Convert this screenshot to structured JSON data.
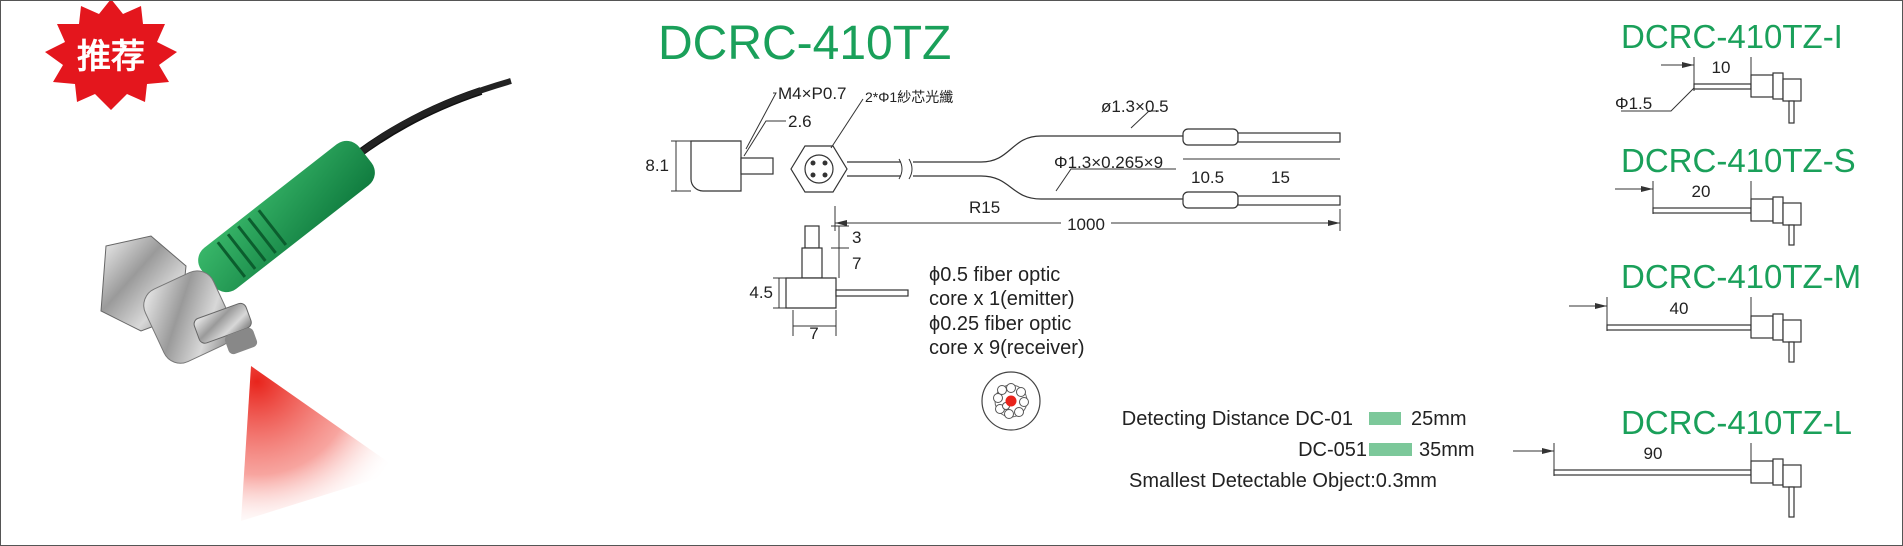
{
  "badge": {
    "text": "推荐",
    "color": "#e4161d"
  },
  "colors": {
    "brand_green": "#1aa05a",
    "bar_green": "#7cc89a",
    "beam_red": "#e8241c"
  },
  "main_title": "DCRC-410TZ",
  "diagram": {
    "thread_label": "M4×P0.7",
    "fiber_label": "2*Φ1紗芯光纖",
    "dim_2_6": "2.6",
    "dim_8_1": "8.1",
    "dim_1_3x0_5": "ø1.3×0.5",
    "dim_1_3x0_265x9": "Φ1.3×0.265×9",
    "dim_10_5": "10.5",
    "dim_15": "15",
    "dim_r15": "R15",
    "dim_1000": "1000",
    "dim_3": "3",
    "dim_7v": "7",
    "dim_4_5": "4.5",
    "dim_7h": "7"
  },
  "fiber_specs": [
    "ϕ0.5 fiber optic",
    "core x 1(emitter)",
    "ϕ0.25 fiber optic",
    "core x 9(receiver)"
  ],
  "detection": {
    "row1": {
      "label": "Detecting  Distance  DC-01",
      "value": "25mm"
    },
    "row2": {
      "label": "DC-051",
      "value": "35mm"
    },
    "smallest": "Smallest Detectable Object:0.3mm"
  },
  "variants": [
    {
      "name": "DCRC-410TZ-I",
      "length": "10",
      "extra": "Φ1.5"
    },
    {
      "name": "DCRC-410TZ-S",
      "length": "20"
    },
    {
      "name": "DCRC-410TZ-M",
      "length": "40"
    },
    {
      "name": "DCRC-410TZ-L",
      "length": "90"
    }
  ]
}
